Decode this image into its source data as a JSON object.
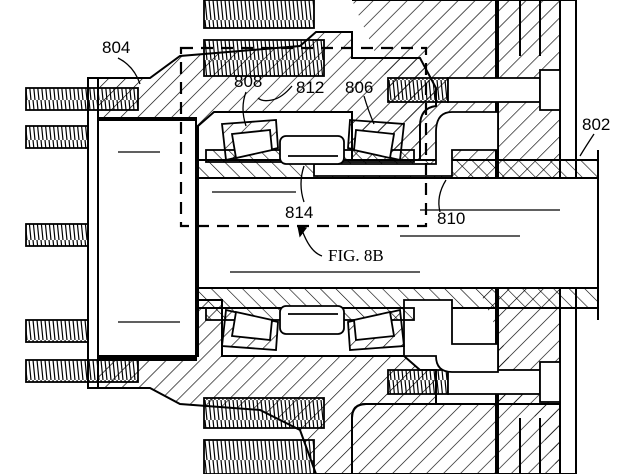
{
  "figure": {
    "caption_ref": "FIG. 8B",
    "ref_numerals": {
      "hub": "804",
      "axle": "802",
      "bearing_left": "808",
      "bearing_right": "806",
      "spacer": "812",
      "inner_sleeve": "814",
      "shaft_seal": "810"
    }
  },
  "colors": {
    "line": "#000000",
    "background": "#ffffff"
  }
}
